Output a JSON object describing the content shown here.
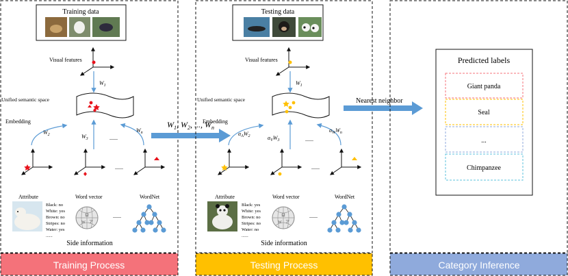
{
  "colors": {
    "training_band": "#F4727A",
    "testing_band": "#FFC000",
    "category_band": "#8FAADC",
    "arrow_blue": "#5B9BD5",
    "red": "#E8121B",
    "yellow": "#FFC000",
    "node_blue": "#5B9BD5"
  },
  "training": {
    "data_title": "Training data",
    "visual_features": "Visual features",
    "w1": "W",
    "w1_sub": "1",
    "unified_space": "Unified semantic space",
    "embedding": "Embedding",
    "w2": "W",
    "w2_sub": "2",
    "w3": "W",
    "w3_sub": "3",
    "wn": "W",
    "wn_sub": "n",
    "dots_mid": "......",
    "dots_low": "......",
    "attribute": "Attribute",
    "word_vector": "Word vector",
    "wordnet": "WordNet",
    "attr_lines": [
      "Black: no",
      "White: yes",
      "Brown: no",
      "Stripes: no",
      "Water: yes",
      "......"
    ],
    "dots_side": "......",
    "side_information": "Side information",
    "band_label": "Training Process"
  },
  "testing": {
    "data_title": "Testing data",
    "visual_features": "Visual features",
    "w1": "W",
    "w1_sub": "1",
    "unified_space": "Unified semantic space",
    "embedding": "Embedding",
    "w2_prefix": "α",
    "w2_prefix_sub": "A",
    "w2": "W",
    "w2_sub": "2",
    "w3_prefix": "α",
    "w3_prefix_sub": "V",
    "w3": "W",
    "w3_sub": "3",
    "wn_prefix": "α",
    "wn_prefix_sub": "W",
    "wn": "W",
    "wn_sub": "n",
    "dots_mid": "......",
    "dots_low": "......",
    "attribute": "Attribute",
    "word_vector": "Word vector",
    "wordnet": "WordNet",
    "attr_lines": [
      "Black: yes",
      "White: yes",
      "Brown: no",
      "Stripes: no",
      "Water: no",
      "......"
    ],
    "dots_side": "......",
    "side_information": "Side information",
    "band_label": "Testing Process"
  },
  "transfer": {
    "parts": [
      {
        "w": "W",
        "sub": "1"
      },
      {
        "w": "W",
        "sub": "2"
      },
      {
        "w": "W",
        "sub": "n"
      }
    ],
    "sep1": ", ",
    "sep2": ", ..., "
  },
  "nearest_neighbor": "Nearest neighbor",
  "category": {
    "title": "Predicted labels",
    "labels": [
      {
        "text": "Giant panda",
        "color": "#F4727A"
      },
      {
        "text": "Seal",
        "color": "#FFC000"
      },
      {
        "text": "...",
        "color": "#8FAADC"
      },
      {
        "text": "Chimpanzee",
        "color": "#5BC0DE"
      }
    ],
    "band_label": "Category Inference"
  }
}
